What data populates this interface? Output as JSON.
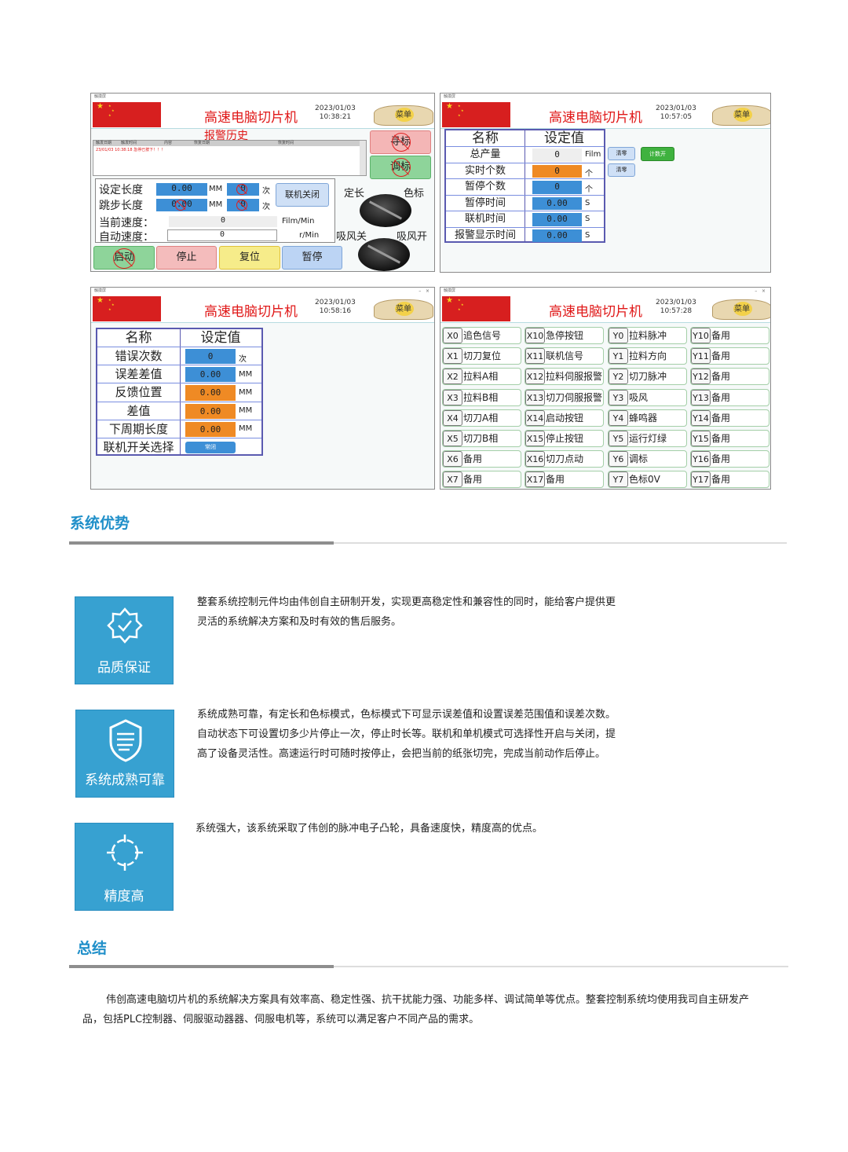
{
  "hmi_common": {
    "title": "高速电脑切片机",
    "menu_label": "菜单",
    "window_caption": "触摸屏"
  },
  "screen1": {
    "date": "2023/01/03",
    "time": "10:38:21",
    "alarm_title": "报警历史",
    "alarm_columns": [
      "触发日期",
      "触发时间",
      "内容",
      "恢复日期",
      "恢复时间"
    ],
    "alarm_rows": [
      {
        "date": "23/01/03",
        "time": "10:38:18",
        "content": "急停已按下！！！"
      }
    ],
    "btn_seek": "寻标",
    "btn_adjust": "调标",
    "set_length_label": "设定长度",
    "set_length_value": "0.00",
    "set_length_unit": "MM",
    "set_count": "0",
    "count_unit": "次",
    "jump_length_label": "跳步长度",
    "jump_length_value": "0.00",
    "jump_length_unit": "MM",
    "jump_count": "0",
    "current_speed_label": "当前速度：",
    "current_speed_value": "0",
    "current_speed_unit": "Film/Min",
    "auto_speed_label": "自动速度：",
    "auto_speed_value": "0",
    "auto_speed_unit": "r/Min",
    "link_btn": "联机关闭",
    "knob1_left": "定长",
    "knob1_right": "色标",
    "knob2_left": "吸风关",
    "knob2_right": "吸风开",
    "btn_start": "启动",
    "btn_stop": "停止",
    "btn_reset": "复位",
    "btn_pause": "暂停"
  },
  "screen2": {
    "date": "2023/01/03",
    "time": "10:57:05",
    "col_name": "名称",
    "col_value": "设定值",
    "rows": [
      {
        "name": "总产量",
        "value": "0",
        "unit": "Film"
      },
      {
        "name": "实时个数",
        "value": "0",
        "unit": "个"
      },
      {
        "name": "暂停个数",
        "value": "0",
        "unit": "个"
      },
      {
        "name": "暂停时间",
        "value": "0.00",
        "unit": "S"
      },
      {
        "name": "联机时间",
        "value": "0.00",
        "unit": "S"
      },
      {
        "name": "报警显示时间",
        "value": "0.00",
        "unit": "S"
      }
    ],
    "btn_clear1": "清零",
    "btn_count_on": "计数开",
    "btn_clear2": "清零"
  },
  "screen3": {
    "date": "2023/01/03",
    "time": "10:58:16",
    "col_name": "名称",
    "col_value": "设定值",
    "rows": [
      {
        "name": "错误次数",
        "value": "0",
        "unit": "次"
      },
      {
        "name": "误差差值",
        "value": "0.00",
        "unit": "MM"
      },
      {
        "name": "反馈位置",
        "value": "0.00",
        "unit": "MM"
      },
      {
        "name": "差值",
        "value": "0.00",
        "unit": "MM"
      },
      {
        "name": "下周期长度",
        "value": "0.00",
        "unit": "MM"
      },
      {
        "name": "联机开关选择",
        "value": "常闭",
        "unit": ""
      }
    ]
  },
  "screen4": {
    "date": "2023/01/03",
    "time": "10:57:28",
    "io": [
      [
        {
          "k": "X0",
          "v": "追色信号"
        },
        {
          "k": "X1",
          "v": "切刀复位"
        },
        {
          "k": "X2",
          "v": "拉料A相"
        },
        {
          "k": "X3",
          "v": "拉料B相"
        },
        {
          "k": "X4",
          "v": "切刀A相"
        },
        {
          "k": "X5",
          "v": "切刀B相"
        },
        {
          "k": "X6",
          "v": "备用"
        },
        {
          "k": "X7",
          "v": "备用"
        }
      ],
      [
        {
          "k": "X10",
          "v": "急停按钮"
        },
        {
          "k": "X11",
          "v": "联机信号"
        },
        {
          "k": "X12",
          "v": "拉料伺服报警"
        },
        {
          "k": "X13",
          "v": "切刀伺服报警"
        },
        {
          "k": "X14",
          "v": "启动按钮"
        },
        {
          "k": "X15",
          "v": "停止按钮"
        },
        {
          "k": "X16",
          "v": "切刀点动"
        },
        {
          "k": "X17",
          "v": "备用"
        }
      ],
      [
        {
          "k": "Y0",
          "v": "拉料脉冲"
        },
        {
          "k": "Y1",
          "v": "拉料方向"
        },
        {
          "k": "Y2",
          "v": "切刀脉冲"
        },
        {
          "k": "Y3",
          "v": "吸风"
        },
        {
          "k": "Y4",
          "v": "蜂鸣器"
        },
        {
          "k": "Y5",
          "v": "运行灯绿"
        },
        {
          "k": "Y6",
          "v": "调标"
        },
        {
          "k": "Y7",
          "v": "色标0V"
        }
      ],
      [
        {
          "k": "Y10",
          "v": "备用"
        },
        {
          "k": "Y11",
          "v": "备用"
        },
        {
          "k": "Y12",
          "v": "备用"
        },
        {
          "k": "Y13",
          "v": "备用"
        },
        {
          "k": "Y14",
          "v": "备用"
        },
        {
          "k": "Y15",
          "v": "备用"
        },
        {
          "k": "Y16",
          "v": "备用"
        },
        {
          "k": "Y17",
          "v": "备用"
        }
      ]
    ]
  },
  "advantages": {
    "title": "系统优势",
    "items": [
      {
        "label": "品质保证",
        "icon": "badge-check-icon",
        "text": "整套系统控制元件均由伟创自主研制开发，实现更高稳定性和兼容性的同时，能给客户提供更灵活的系统解决方案和及时有效的售后服务。"
      },
      {
        "label": "系统成熟可靠",
        "icon": "shield-icon",
        "text": "系统成熟可靠，有定长和色标模式，色标模式下可显示误差值和设置误差范围值和误差次数。自动状态下可设置切多少片停止一次，停止时长等。联机和单机模式可选择性开启与关闭，提高了设备灵活性。高速运行时可随时按停止，会把当前的纸张切完，完成当前动作后停止。"
      },
      {
        "label": "精度高",
        "icon": "crosshair-icon",
        "text": "系统强大，该系统采取了伟创的脉冲电子凸轮，具备速度快，精度高的优点。"
      }
    ]
  },
  "summary": {
    "title": "总结",
    "text": "伟创高速电脑切片机的系统解决方案具有效率高、稳定性强、抗干扰能力强、功能多样、调试简单等优点。整套控制系统均使用我司自主研发产品，包括PLC控制器、伺服驱动器器、伺服电机等，系统可以满足客户不同产品的需求。"
  },
  "colors": {
    "accent": "#37a1d1",
    "title_red": "#e01818",
    "field_blue": "#3d8fd6",
    "field_orange": "#ef8a24"
  }
}
